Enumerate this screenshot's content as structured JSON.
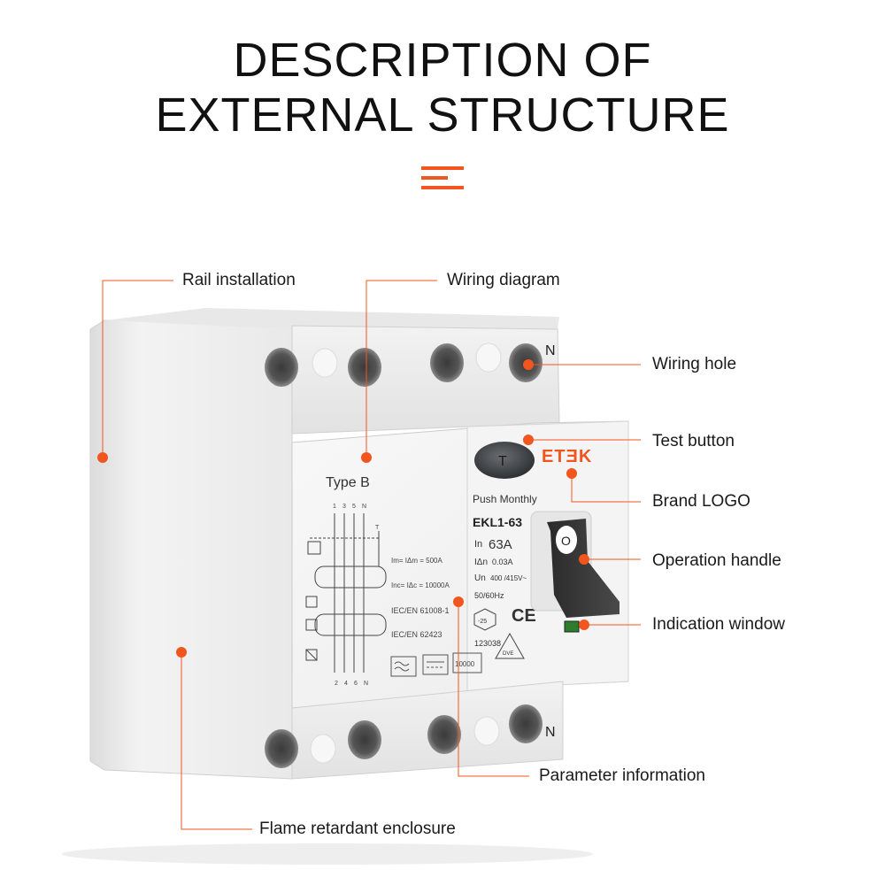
{
  "title": {
    "line1": "DESCRIPTION OF",
    "line2": "EXTERNAL STRUCTURE"
  },
  "accent_color": "#f0561d",
  "labels": {
    "rail_installation": "Rail installation",
    "wiring_diagram": "Wiring diagram",
    "wiring_hole": "Wiring hole",
    "test_button": "Test button",
    "brand_logo": "Brand LOGO",
    "operation_handle": "Operation handle",
    "indication_window": "Indication window",
    "parameter_information": "Parameter information",
    "flame_retardant_enclosure": "Flame retardant enclosure"
  },
  "device": {
    "brand": "ETƎK",
    "test_button_letter": "T",
    "type_label": "Type  B",
    "push_text": "Push Monthly",
    "model": "EKL1-63",
    "in_label": "In",
    "in_value": "63A",
    "idn_label": "IΔn",
    "idn_value": "0.03A",
    "un_label": "Un",
    "un_value": "400 /415V~",
    "freq": "50/60Hz",
    "temp_mark": "-25",
    "cert_number": "123038",
    "cert_text": "DVE",
    "ce_mark": "CE",
    "handle_mark": "O",
    "phase_n": "N",
    "im_line": "Im= IΔm = 500A",
    "inc_line": "Inc= IΔc = 10000A",
    "iec1": "IEC/EN 61008-1",
    "iec2": "IEC/EN 62423",
    "term_top": [
      "1",
      "3",
      "5",
      "N"
    ],
    "term_bottom": [
      "2",
      "4",
      "6",
      "N"
    ],
    "test_mark": "T",
    "rating_box": "10000"
  }
}
